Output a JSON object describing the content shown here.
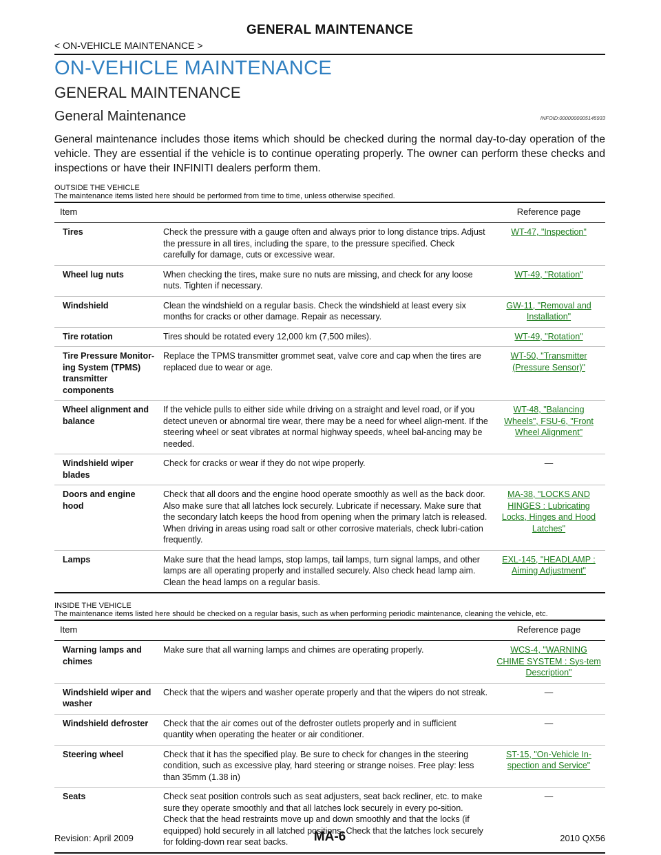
{
  "header": {
    "title": "GENERAL MAINTENANCE",
    "subtitle": "< ON-VEHICLE MAINTENANCE >"
  },
  "headings": {
    "h1": "ON-VEHICLE MAINTENANCE",
    "h2": "GENERAL MAINTENANCE",
    "h3": "General Maintenance",
    "infoid": "INFOID:0000000005145933"
  },
  "intro": "General maintenance includes those items which should be checked during the normal day-to-day operation of the vehicle. They are essential if the vehicle is to continue operating properly. The owner can perform these checks and inspections or have their INFINITI dealers perform them.",
  "outside": {
    "title": "OUTSIDE THE VEHICLE",
    "desc": "The maintenance items listed here should be performed from time to time, unless otherwise specified.",
    "col_item": "Item",
    "col_ref": "Reference page",
    "rows": [
      {
        "item": "Tires",
        "desc": "Check the pressure with a gauge often and always prior to long distance trips. Adjust the pressure in all tires, including the spare, to the pressure specified. Check carefully for damage, cuts or excessive wear.",
        "ref": "WT-47, \"Inspection\""
      },
      {
        "item": "Wheel lug nuts",
        "desc": "When checking the tires, make sure no nuts are missing, and check for any loose nuts. Tighten if necessary.",
        "ref": "WT-49, \"Rotation\""
      },
      {
        "item": "Windshield",
        "desc": "Clean the windshield on a regular basis. Check the windshield at least every six months for cracks or other damage. Repair as necessary.",
        "ref": "GW-11, \"Removal and Installation\""
      },
      {
        "item": "Tire rotation",
        "desc": "Tires should be rotated every 12,000 km (7,500 miles).",
        "ref": "WT-49, \"Rotation\""
      },
      {
        "item": "Tire Pressure Monitor-ing System (TPMS) transmitter components",
        "desc": "Replace the TPMS transmitter grommet seat, valve core and cap when the tires are replaced due to wear or age.",
        "ref": "WT-50, \"Transmitter (Pressure Sensor)\""
      },
      {
        "item": "Wheel alignment and balance",
        "desc": "If the vehicle pulls to either side while driving on a straight and level road, or if you detect uneven or abnormal tire wear, there may be a need for wheel align-ment. If the steering wheel or seat vibrates at normal highway speeds, wheel bal-ancing may be needed.",
        "ref": "WT-48, \"Balancing Wheels\", FSU-6, \"Front Wheel Alignment\""
      },
      {
        "item": "Windshield wiper blades",
        "desc": "Check for cracks or wear if they do not wipe properly.",
        "ref": "—"
      },
      {
        "item": "Doors and engine hood",
        "desc": "Check that all doors and the engine hood operate smoothly as well as the back door. Also make sure that all latches lock securely. Lubricate if necessary. Make sure that the secondary latch keeps the hood from opening when the primary latch is released. When driving in areas using road salt or other corrosive materials, check lubri-cation frequently.",
        "ref": "MA-38, \"LOCKS AND HINGES : Lubricating Locks, Hinges and Hood Latches\""
      },
      {
        "item": "Lamps",
        "desc": "Make sure that the head lamps, stop lamps, tail lamps, turn signal lamps, and other lamps are all operating properly and installed securely. Also check head lamp aim. Clean the head lamps on a regular basis.",
        "ref": "EXL-145, \"HEADLAMP : Aiming Adjustment\""
      }
    ]
  },
  "inside": {
    "title": "INSIDE THE VEHICLE",
    "desc": "The maintenance items listed here should be checked on a regular basis, such as when performing periodic maintenance, cleaning the vehicle, etc.",
    "col_item": "Item",
    "col_ref": "Reference page",
    "rows": [
      {
        "item": "Warning lamps and chimes",
        "desc": "Make sure that all warning lamps and chimes are operating properly.",
        "ref": "WCS-4, \"WARNING CHIME SYSTEM : Sys-tem Description\""
      },
      {
        "item": "Windshield wiper and washer",
        "desc": "Check that the wipers and washer operate properly and that the wipers do not streak.",
        "ref": "—"
      },
      {
        "item": "Windshield defroster",
        "desc": "Check that the air comes out of the defroster outlets properly and in sufficient quantity when operating the heater or air conditioner.",
        "ref": "—"
      },
      {
        "item": "Steering wheel",
        "desc": "Check that it has the specified play. Be sure to check for changes in the steering condition, such as excessive play, hard steering or strange noises. Free play: less than 35mm (1.38 in)",
        "ref": "ST-15, \"On-Vehicle In-spection and Service\""
      },
      {
        "item": "Seats",
        "desc": "Check seat position controls such as seat adjusters, seat back recliner, etc. to make sure they operate smoothly and that all latches lock securely in every po-sition. Check that the head restraints move up and down smoothly and that the locks (if equipped) hold securely in all latched positions. Check that the latches lock securely for folding-down rear seat backs.",
        "ref": "—"
      }
    ]
  },
  "footer": {
    "revision": "Revision: April 2009",
    "page": "MA-6",
    "model": "2010 QX56"
  }
}
